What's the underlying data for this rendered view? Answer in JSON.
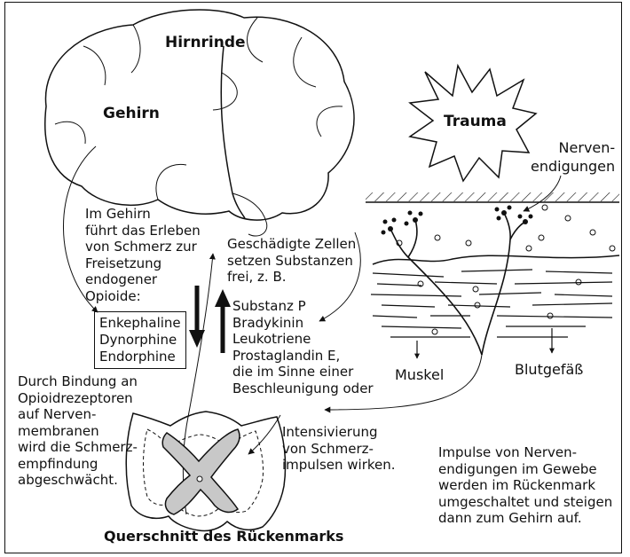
{
  "labels": {
    "cortex": "Hirnrinde",
    "brain": "Gehirn",
    "trauma": "Trauma",
    "nerve_endings": "Nerven-\nendigungen",
    "brain_release": "Im Gehirn\nführt das Erleben\nvon Schmerz zur\nFreisetzung\nendogener\nOpioide:",
    "damaged_cells": "Geschädigte Zellen\nsetzen Substanzen\nfrei, z. B.",
    "substances": "Substanz P\nBradykinin\nLeukotriene\nProstaglandin E,\ndie im Sinne einer\nBeschleunigung oder",
    "intensification": "Intensivierung\nvon Schmerz-\nimpulsen wirken.",
    "binding": "Durch Bindung an\nOpioidrezeptoren\nauf Nerven-\nmembranen\nwird die Schmerz-\nempfindung\nabgeschwächt.",
    "muscle": "Muskel",
    "blood_vessel": "Blutgefäß",
    "impulses": "Impulse von Nerven-\nendigungen im Gewebe\nwerden im Rückenmark\numgeschaltet und steigen\ndann zum Gehirn auf.",
    "cross_section": "Querschnitt des Rückenmarks"
  },
  "opioids": [
    "Enkephaline",
    "Dynorphine",
    "Endorphine"
  ],
  "colors": {
    "ink": "#111111",
    "spinal_gray_matter": "#c8c8c8",
    "background": "#ffffff"
  }
}
